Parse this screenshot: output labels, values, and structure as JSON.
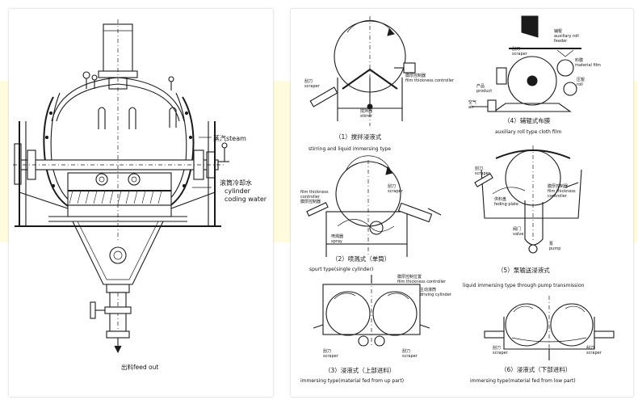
{
  "left_panel": {
    "steam_label": "蒸汽steam",
    "cooling_cn": "滚筒冷却水",
    "cooling_en1": "cylinder",
    "cooling_en2": "coding water",
    "feed_out": "出料feed out"
  },
  "right_panel": {
    "fig1": {
      "caption_cn": "（1）搅拌浸液式",
      "caption_en": "stirring and liquid immersing type",
      "scraper": "刮刀\nscraper",
      "film": "膜厚控制器\nfilm thickness controller",
      "stirrer": "搅拌器\nstirrer"
    },
    "fig2": {
      "caption_cn": "（2）喷溅式（单筒）",
      "caption_en": "spurt type(single cylinder)",
      "film": "film thickness\ncontroller\n膜厚控制器",
      "scraper": "刮刀\nscraper",
      "spray": "喷溅器\nspray"
    },
    "fig3": {
      "caption_cn": "（3）浸液式（上部进料）",
      "caption_en": "immersing type(material fed from up part)",
      "film": "膜厚控制位置\nfilm thickness controller",
      "roll": "主动滚筒\ndriving cylinder",
      "scraper_l": "刮刀\nscraper",
      "scraper_r": "刮刀\nscraper"
    },
    "fig4": {
      "caption_cn": "（4）辅辊式布膜",
      "caption_en": "auxiliary roll type cloth film",
      "scraper": "刮刀\nscraper",
      "aux": "辅辊\nauxiliary roll\nfeeder",
      "material": "料膜\nmaterial film",
      "roll": "压辊\nroll",
      "product": "产品\nproduct",
      "air": "空气\nair"
    },
    "fig5": {
      "caption_cn": "（5）泵输送浸液式",
      "caption_en": "liquid immersing type through pump transmission",
      "scraper": "刮刀\nscraper",
      "film": "膜厚控制器\nfilm thickness\ncontroller",
      "plate": "供料盘\nfeding plate",
      "valve": "阀门\nvalve",
      "pump": "泵\npump"
    },
    "fig6": {
      "caption_cn": "（6）浸液式（下部进料）",
      "caption_en": "immersing type(material fed from low part)",
      "scraper_l": "刮刀\nscraper",
      "scraper_r": "刮刀\nscraper"
    }
  }
}
